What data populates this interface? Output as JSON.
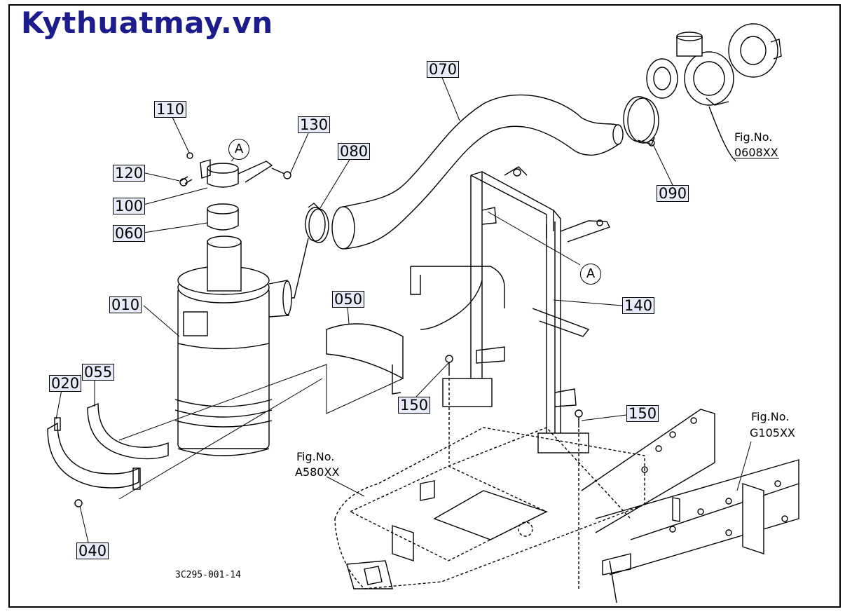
{
  "header": {
    "brand": "Kythuatmay.vn"
  },
  "parts": [
    {
      "id": "p110",
      "label": "110"
    },
    {
      "id": "p130",
      "label": "130"
    },
    {
      "id": "p120",
      "label": "120"
    },
    {
      "id": "p100",
      "label": "100"
    },
    {
      "id": "p060",
      "label": "060"
    },
    {
      "id": "p080",
      "label": "080"
    },
    {
      "id": "p070",
      "label": "070"
    },
    {
      "id": "p010",
      "label": "010"
    },
    {
      "id": "p050",
      "label": "050"
    },
    {
      "id": "p020",
      "label": "020"
    },
    {
      "id": "p055",
      "label": "055"
    },
    {
      "id": "p040",
      "label": "040"
    },
    {
      "id": "p090",
      "label": "090"
    },
    {
      "id": "p140",
      "label": "140"
    },
    {
      "id": "p150a",
      "label": "150"
    },
    {
      "id": "p150b",
      "label": "150"
    }
  ],
  "callouts": {
    "a_top": "A",
    "a_right": "A"
  },
  "figure_refs": {
    "fig0608_line1": "Fig.No.",
    "fig0608_line2": "0608XX",
    "figG105_line1": "Fig.No.",
    "figG105_line2": "G105XX",
    "figA580_line1": "Fig.No.",
    "figA580_line2": "A580XX"
  },
  "drawing_code": "3C295-001-14"
}
